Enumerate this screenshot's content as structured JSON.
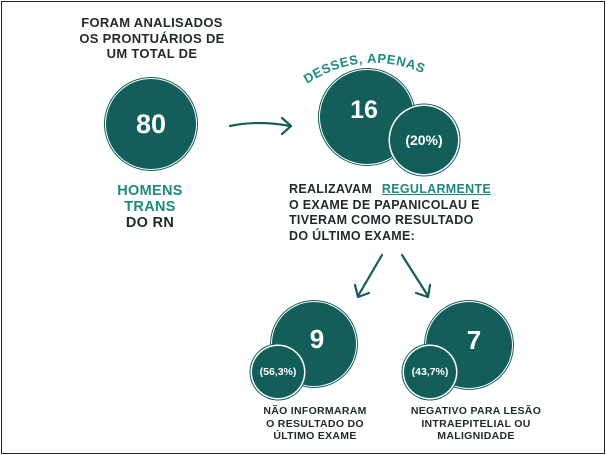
{
  "colors": {
    "circle": "#135e5b",
    "accent": "#1b8a7f",
    "text": "#1f2a2b"
  },
  "intro": {
    "line1": "FORAM ANALISADOS",
    "line2": "OS PRONTUÁRIOS DE",
    "line3": "UM TOTAL DE"
  },
  "total": {
    "value": "80",
    "label_line1": "HOMENS",
    "label_line2": "TRANS",
    "label_line3": "DO RN"
  },
  "subset": {
    "caption": "DESSES, APENAS",
    "value": "16",
    "percent": "(20%)"
  },
  "description": {
    "line1_prefix": "REALIZAVAM",
    "line1_highlight": "REGULARMENTE",
    "line2": "O EXAME DE PAPANICOLAU E",
    "line3": "TIVERAM COMO RESULTADO",
    "line4": "DO ÚLTIMO EXAME:"
  },
  "outcomes": [
    {
      "value": "9",
      "percent": "(56,3%)",
      "label_line1": "NÃO INFORMARAM",
      "label_line2": "O RESULTADO DO",
      "label_line3": "ÚLTIMO EXAME",
      "icon": "arrow-down-left-icon"
    },
    {
      "value": "7",
      "percent": "(43,7%)",
      "label_line1": "NEGATIVO PARA LESÃO",
      "label_line2": "INTRAEPITELIAL OU",
      "label_line3": "MALIGNIDADE",
      "icon": "arrow-down-right-icon"
    }
  ],
  "icons": {
    "flow_arrow": "arrow-right-icon"
  }
}
